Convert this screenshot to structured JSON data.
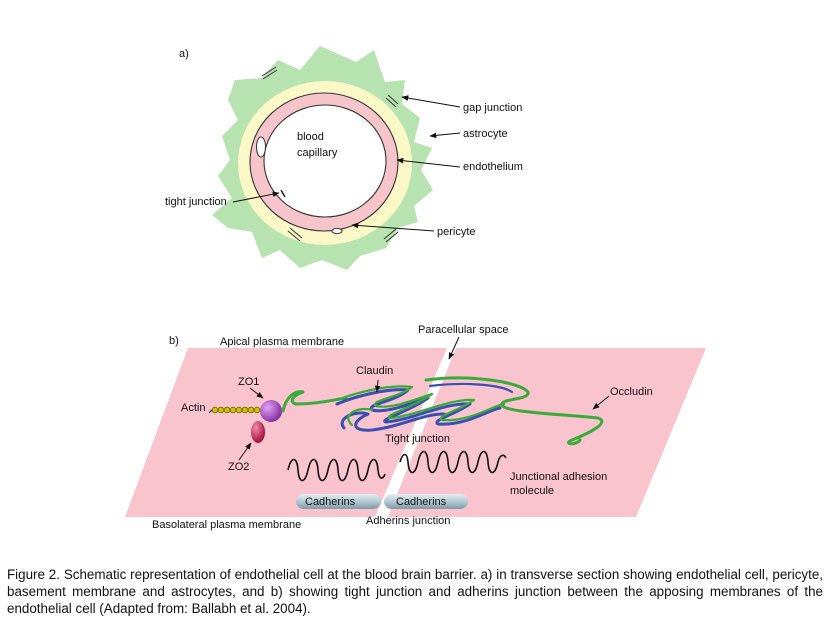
{
  "panel_a": {
    "label": "a)",
    "lumen_label_line1": "blood",
    "lumen_label_line2": "capillary",
    "labels": {
      "gap_junction": "gap junction",
      "astrocyte": "astrocyte",
      "endothelium": "endothelium",
      "tight_junction": "tight junction",
      "pericyte": "pericyte"
    }
  },
  "panel_b": {
    "label": "b)",
    "apical_membrane": "Apical plasma membrane",
    "basolateral_membrane": "Basolateral plasma membrane",
    "paracellular_space": "Paracellular space",
    "claudin": "Claudin",
    "occludin": "Occludin",
    "zo1": "ZO1",
    "zo2": "ZO2",
    "actin": "Actin",
    "tight_junction": "Tight junction",
    "jam_line1": "Junctional adhesion",
    "jam_line2": "molecule",
    "cadherins_left": "Cadherins",
    "cadherins_right": "Cadherins",
    "adherins_junction": "Adherins junction"
  },
  "caption": "Figure 2.  Schematic representation of endothelial cell at the blood brain barrier. a) in transverse section showing endothelial cell, pericyte, basement membrane and astrocytes, and b) showing tight junction and adherins junction between the apposing membranes of the endothelial cell (Adapted from: Ballabh et al. 2004).",
  "colors": {
    "astrocyte": "#b7e3b0",
    "basement_membrane": "#fbf8c8",
    "endothelium": "#f6c5cc",
    "membrane_panel": "#f9c4ce",
    "claudin_green": "#3aaa3a",
    "claudin_blue": "#3a4fb0",
    "zo1": "#a64ac9",
    "zo2": "#d0245e",
    "actin": "#d4c200",
    "cadherin": "#a8c2cc"
  }
}
